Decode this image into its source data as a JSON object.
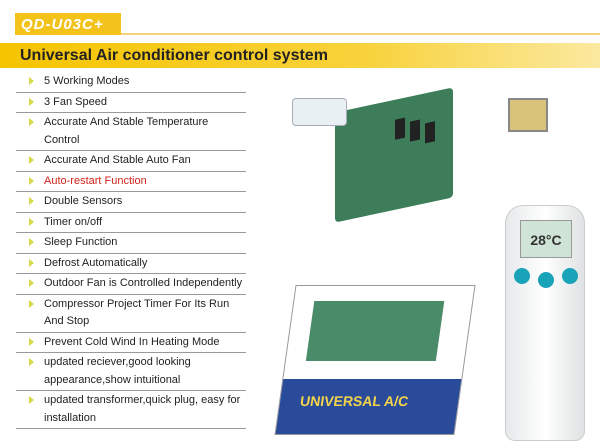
{
  "model": "QD-U03C+",
  "title": "Universal Air conditioner control system",
  "features": [
    {
      "text": "5 Working Modes",
      "highlight": false
    },
    {
      "text": "3 Fan Speed",
      "highlight": false
    },
    {
      "text": "Accurate And Stable Temperature Control",
      "highlight": false
    },
    {
      "text": "Accurate And Stable Auto Fan",
      "highlight": false
    },
    {
      "text": "Auto-restart Function",
      "highlight": true
    },
    {
      "text": "Double Sensors",
      "highlight": false
    },
    {
      "text": "Timer on/off",
      "highlight": false
    },
    {
      "text": "Sleep Function",
      "highlight": false
    },
    {
      "text": "Defrost Automatically",
      "highlight": false
    },
    {
      "text": "Outdoor Fan is Controlled Independently",
      "highlight": false
    },
    {
      "text": "Compressor Project Timer For Its Run And Stop",
      "highlight": false
    },
    {
      "text": "Prevent Cold Wind In Heating Mode",
      "highlight": false
    },
    {
      "text": "updated reciever,good looking appearance,show intuitional",
      "highlight": false
    },
    {
      "text": "updated transformer,quick plug, easy for installation",
      "highlight": false
    }
  ],
  "remote_display": "28°C",
  "box_label": "UNIVERSAL A/C",
  "colors": {
    "accent": "#f3c21b",
    "highlight": "#d0231a"
  }
}
